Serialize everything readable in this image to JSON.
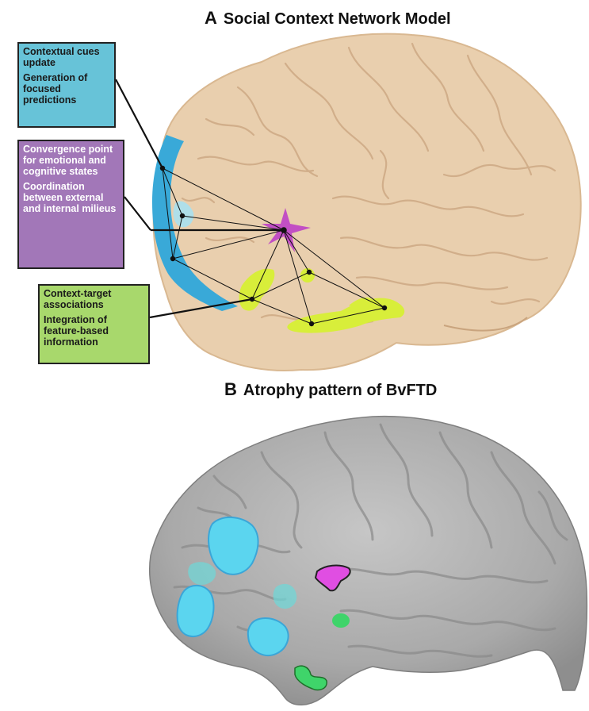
{
  "panel_a": {
    "letter": "A",
    "title": "Social Context Network Model",
    "boxes": [
      {
        "lines": [
          "Contextual cues update",
          "Generation of focused predictions"
        ],
        "color": "#67c3d8"
      },
      {
        "lines": [
          "Convergence point for emotional and cognitive states",
          "Coordination between external and internal milieus"
        ],
        "color": "#a277b8"
      },
      {
        "lines": [
          "Context-target associations",
          "Integration of feature-based information"
        ],
        "color": "#a8d86c"
      }
    ]
  },
  "panel_b": {
    "letter": "B",
    "title": "Atrophy pattern of BvFTD"
  },
  "colors": {
    "brain_a": "#e9cfae",
    "brain_b": "#b3b3b3",
    "frontal_blue": "#39a9d8",
    "insula_magenta": "#c24fc4",
    "temporal_green": "#d8ee3a",
    "atrophy_cyan": "#5bd5ef",
    "atrophy_magenta": "#e04ee2",
    "atrophy_green": "#3fd46a"
  }
}
